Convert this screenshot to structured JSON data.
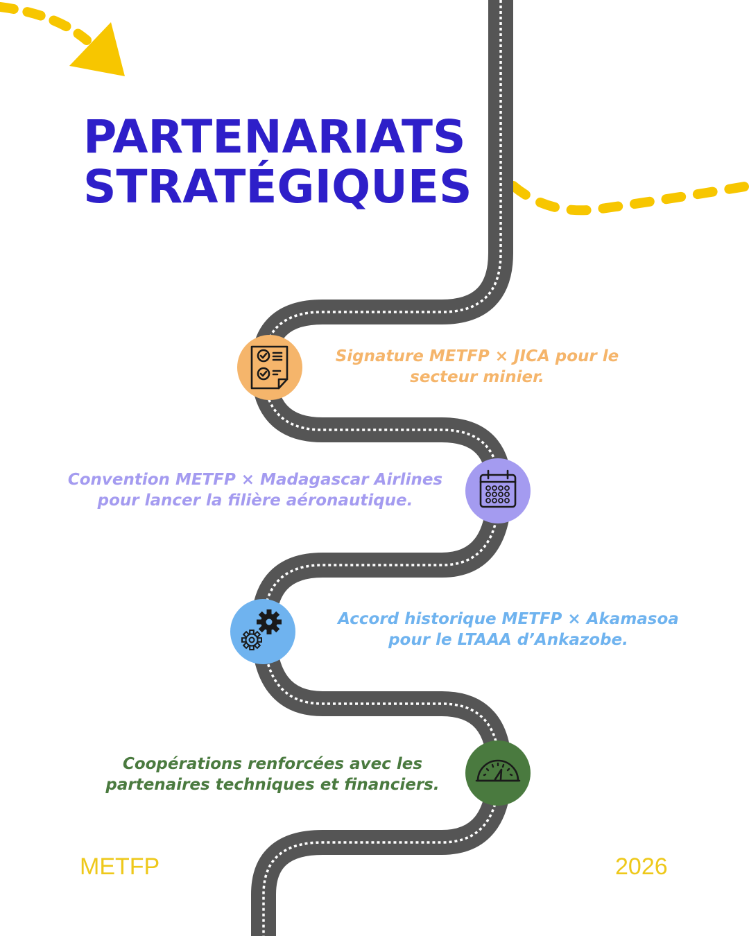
{
  "title": {
    "line1": "PARTENARIATS",
    "line2": "STRATÉGIQUES"
  },
  "milestones": [
    {
      "icon": "checklist-document-icon",
      "color": "#f5b56b",
      "lines": [
        "Signature METFP × JICA pour le",
        "secteur minier."
      ]
    },
    {
      "icon": "calendar-icon",
      "color": "#a49bf0",
      "lines": [
        "Convention METFP × Madagascar Airlines",
        "pour lancer la filière aéronautique."
      ]
    },
    {
      "icon": "gears-icon",
      "color": "#6fb3ef",
      "lines": [
        "Accord historique METFP × Akamasoa",
        "pour le LTAAA d’Ankazobe."
      ]
    },
    {
      "icon": "speedometer-icon",
      "color": "#4a7a3f",
      "lines": [
        "Coopérations renforcées avec les",
        "partenaires techniques et financiers."
      ]
    }
  ],
  "footer": {
    "left": "METFP",
    "right": "2026"
  },
  "colors": {
    "title": "#2e1fc9",
    "road": "#555555",
    "road_dash": "#ffffff",
    "accent_arrow": "#f7c600",
    "footer": "#eec81a"
  }
}
